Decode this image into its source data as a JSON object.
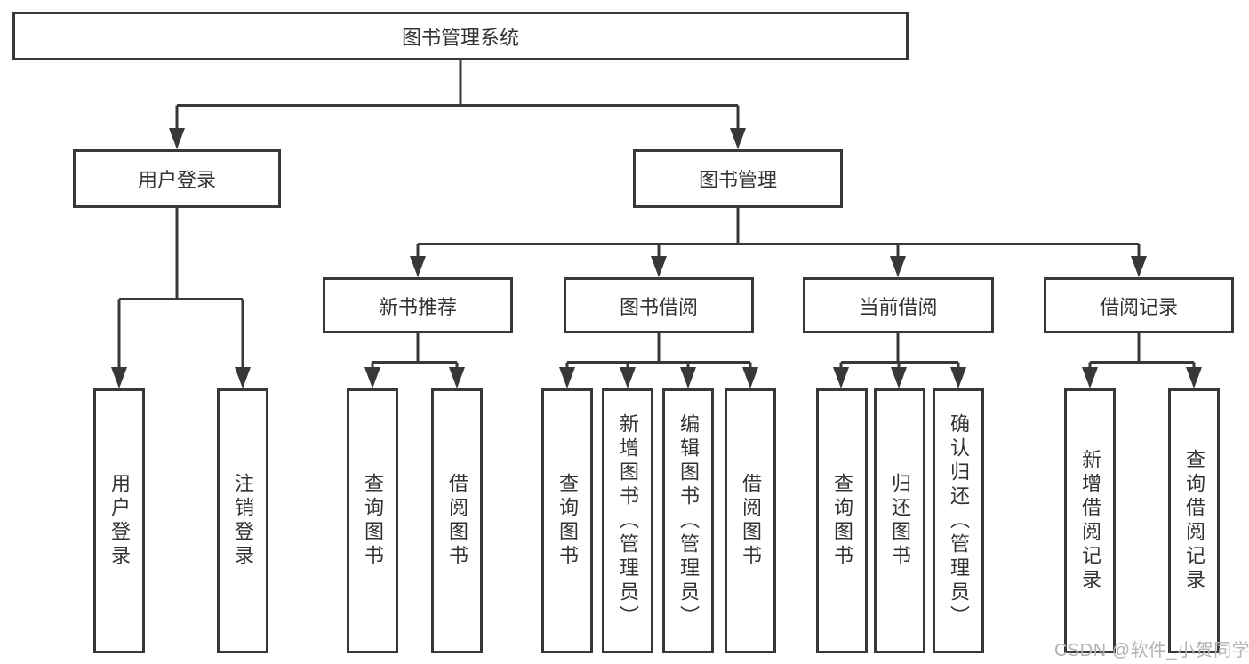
{
  "tree": {
    "root": "图书管理系统",
    "level2": {
      "user_login": "用户登录",
      "book_mgmt": "图书管理"
    },
    "level3": {
      "new_books": "新书推荐",
      "borrow": "图书借阅",
      "current": "当前借阅",
      "records": "借阅记录"
    },
    "leaves": {
      "user_login": [
        "用户登录",
        "注销登录"
      ],
      "new_books": [
        "查询图书",
        "借阅图书"
      ],
      "borrow": [
        "查询图书",
        "新增图书（管理员）",
        "编辑图书（管理员）",
        "借阅图书"
      ],
      "current": [
        "查询图书",
        "归还图书",
        "确认归还（管理员）"
      ],
      "records": [
        "新增借阅记录",
        "查询借阅记录"
      ]
    }
  },
  "watermark": "CSDN @软件_小贺同学",
  "colors": {
    "line": "#383838",
    "text": "#333333",
    "watermark": "#b3b3b3",
    "background": "#ffffff"
  }
}
